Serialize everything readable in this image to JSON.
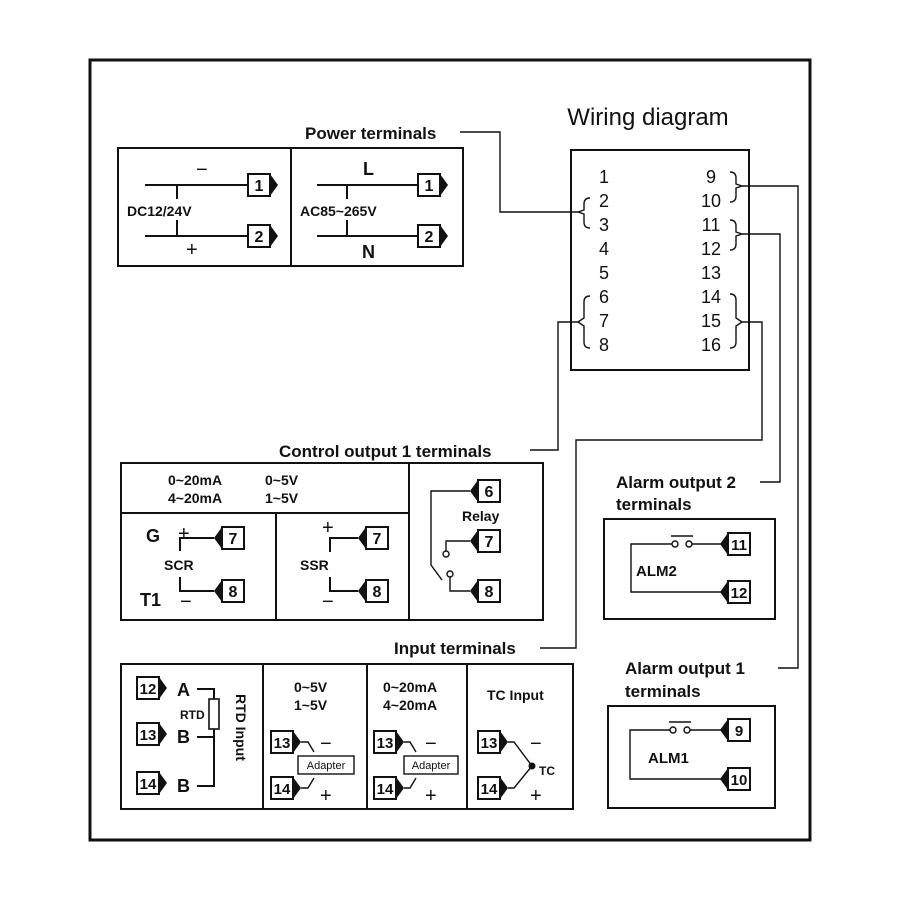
{
  "title": "Wiring diagram",
  "power": {
    "label": "Power terminals",
    "dc": {
      "minus": "−",
      "voltage": "DC12/24V",
      "plus": "+"
    },
    "ac": {
      "l": "L",
      "voltage": "AC85~265V",
      "n": "N"
    },
    "t1": "1",
    "t2": "2"
  },
  "terminal_block": {
    "left": [
      "1",
      "2",
      "3",
      "4",
      "5",
      "6",
      "7",
      "8"
    ],
    "right": [
      "9",
      "10",
      "11",
      "12",
      "13",
      "14",
      "15",
      "16"
    ]
  },
  "control_output": {
    "label": "Control output 1 terminals",
    "header": {
      "ma1": "0~20mA",
      "ma2": "4~20mA",
      "v1": "0~5V",
      "v2": "1~5V"
    },
    "scr": {
      "g": "G",
      "t1": "T1",
      "name": "SCR",
      "plus": "+",
      "minus": "−"
    },
    "ssr": {
      "name": "SSR",
      "plus": "+",
      "minus": "−"
    },
    "relay": {
      "name": "Relay"
    },
    "terminals": {
      "t6": "6",
      "t7": "7",
      "t8": "8"
    }
  },
  "alarm2": {
    "label_line1": "Alarm output 2",
    "label_line2": "terminals",
    "name": "ALM2",
    "t_a": "11",
    "t_b": "12"
  },
  "alarm1": {
    "label_line1": "Alarm output 1",
    "label_line2": "terminals",
    "name": "ALM1",
    "t_a": "9",
    "t_b": "10"
  },
  "input": {
    "label": "Input terminals",
    "rtd": {
      "a": "A",
      "b1": "B",
      "b2": "B",
      "resistor": "RTD",
      "vertical": "RTD Input"
    },
    "voltage": {
      "r1": "0~5V",
      "r2": "1~5V"
    },
    "current": {
      "r1": "0~20mA",
      "r2": "4~20mA"
    },
    "adapter": "Adapter",
    "tc": {
      "title": "TC Input",
      "label": "TC"
    },
    "plus": "+",
    "minus": "−",
    "terminals": {
      "t12": "12",
      "t13": "13",
      "t14": "14"
    }
  }
}
